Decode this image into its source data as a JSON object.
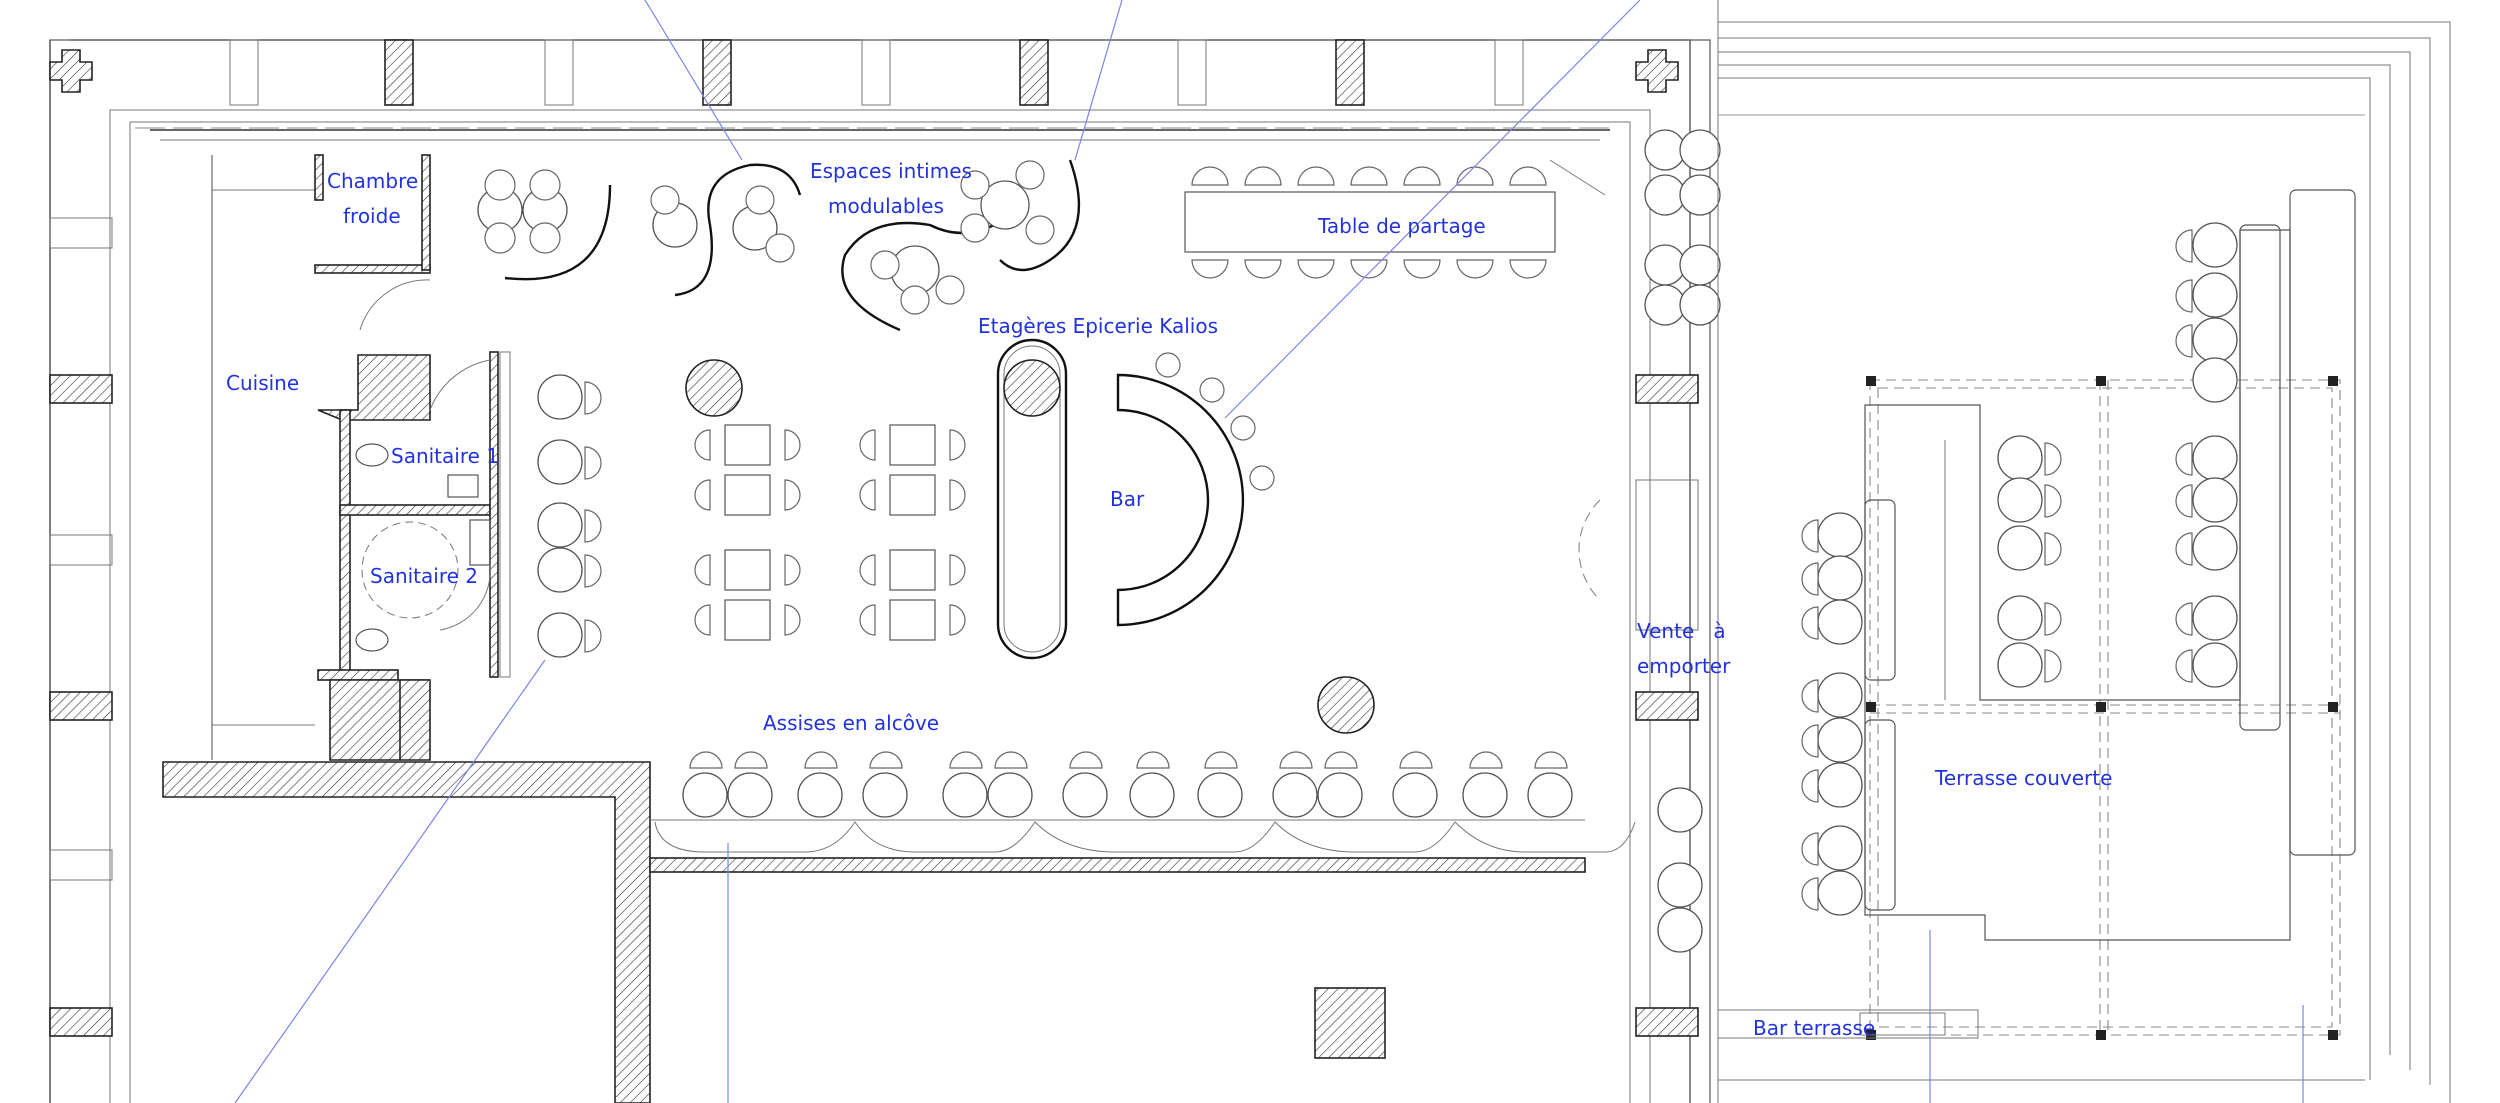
{
  "labels": {
    "chambre_froide_1": "Chambre",
    "chambre_froide_2": "froide",
    "espaces_intimes_1": "Espaces intimes",
    "espaces_intimes_2": "modulables",
    "table_de_partage": "Table de partage",
    "etageres": "Etagères Epicerie Kalios",
    "cuisine": "Cuisine",
    "sanitaire_1": "Sanitaire 1",
    "sanitaire_2": "Sanitaire 2",
    "bar": "Bar",
    "vente_1": "Vente   à",
    "vente_2": "emporter",
    "assises": "Assises en alcôve",
    "terrasse_couverte": "Terrasse couverte",
    "bar_terrasse": "Bar terrasse"
  },
  "colors": {
    "label": "#2233dd",
    "leader_line": "#7a86e8",
    "wall": "#222222"
  }
}
